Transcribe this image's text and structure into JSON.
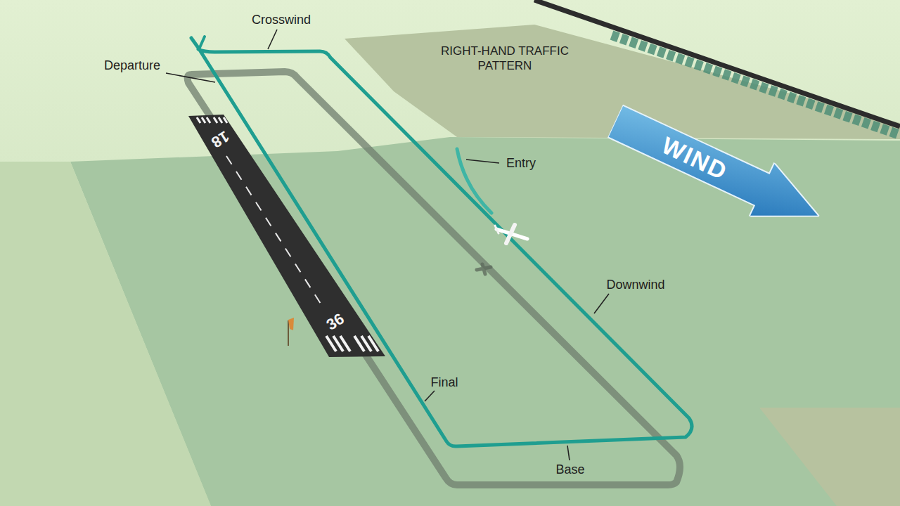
{
  "diagram": {
    "title": "RIGHT-HAND TRAFFIC PATTERN",
    "nodes": [
      {
        "text": [
          "WIND"
        ]
      }
    ],
    "labels": [
      "Crosswind",
      "Departure",
      "Entry",
      "18",
      "Downwind",
      "36",
      "Final",
      "Base"
    ]
  }
}
